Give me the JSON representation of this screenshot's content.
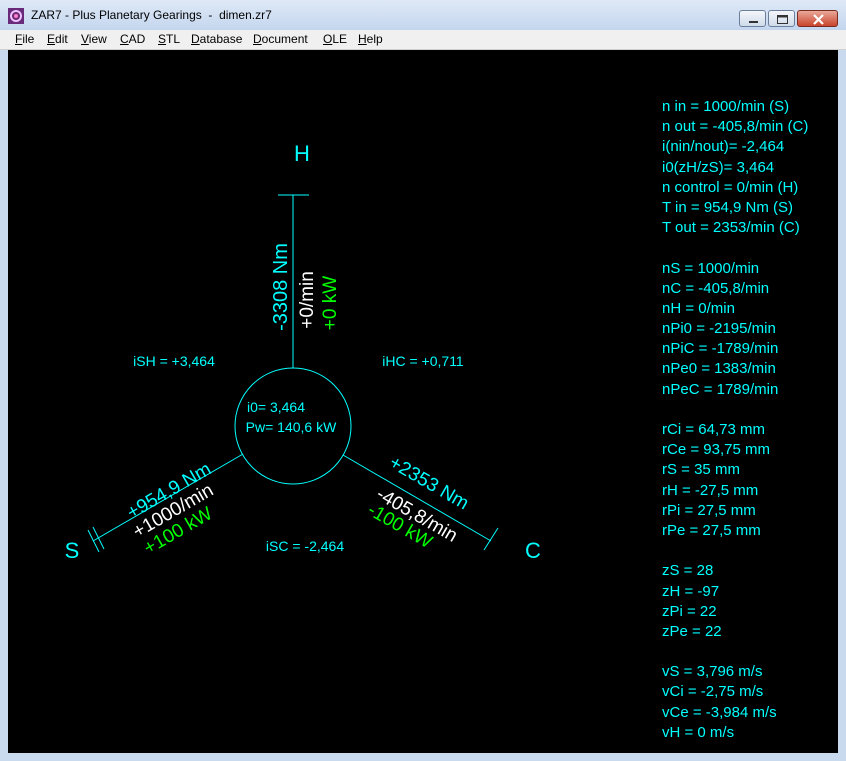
{
  "window": {
    "title": "ZAR7 - Plus Planetary Gearings  -  dimen.zr7",
    "icon": "gear-app-icon"
  },
  "menu": [
    "File",
    "Edit",
    "View",
    "CAD",
    "STL",
    "Database",
    "Document",
    "OLE",
    "Help"
  ],
  "diagram": {
    "colors": {
      "line": "#00ffff",
      "speed": "#ffffff",
      "power": "#00ff00",
      "background": "#000000"
    },
    "labels": {
      "h": "H",
      "s": "S",
      "c": "C"
    },
    "h_shaft": {
      "torque": "-3308 Nm",
      "speed": "+0/min",
      "power": "+0 kW"
    },
    "s_shaft": {
      "torque": "+954,9 Nm",
      "speed": "+1000/min",
      "power": "+100 kW"
    },
    "c_shaft": {
      "torque": "+2353 Nm",
      "speed": "-405,8/min",
      "power": "-100 kW"
    },
    "ratios": {
      "ish": "iSH = +3,464",
      "ihc": "iHC = +0,711",
      "isc": "iSC = -2,464"
    },
    "center": {
      "i0": "i0= 3,464",
      "pw": "Pw= 140,6 kW"
    }
  },
  "results": {
    "group1": [
      "n in = 1000/min (S)",
      "n out = -405,8/min (C)",
      "i(nin/nout)= -2,464",
      "i0(zH/zS)= 3,464",
      "n control = 0/min (H)",
      "T in = 954,9 Nm (S)",
      "T out = 2353/min (C)"
    ],
    "group2": [
      "nS = 1000/min",
      "nC = -405,8/min",
      "nH = 0/min",
      "nPi0 = -2195/min",
      "nPiC = -1789/min",
      "nPe0 = 1383/min",
      "nPeC = 1789/min"
    ],
    "group3": [
      "rCi = 64,73 mm",
      "rCe = 93,75 mm",
      "rS = 35 mm",
      "rH = -27,5 mm",
      "rPi = 27,5 mm",
      "rPe = 27,5 mm"
    ],
    "group4": [
      "zS = 28",
      "zH = -97",
      "zPi = 22",
      "zPe = 22"
    ],
    "group5": [
      "vS = 3,796 m/s",
      "vCi = -2,75 m/s",
      "vCe = -3,984 m/s",
      "vH = 0 m/s"
    ]
  }
}
